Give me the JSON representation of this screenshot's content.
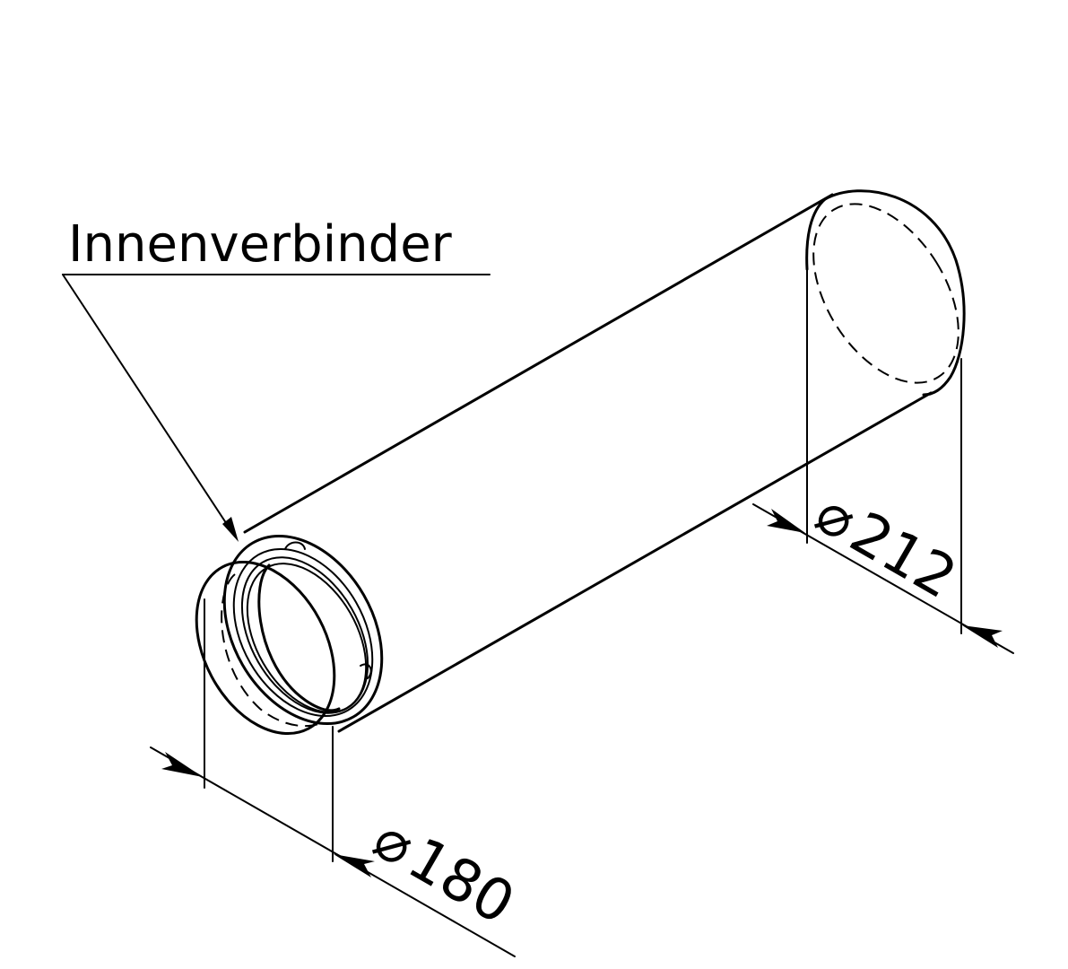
{
  "callout": {
    "label": "Innenverbinder"
  },
  "dimensions": {
    "outer": {
      "symbol": "⌀",
      "value": "212"
    },
    "inner": {
      "symbol": "⌀",
      "value": "180"
    }
  }
}
